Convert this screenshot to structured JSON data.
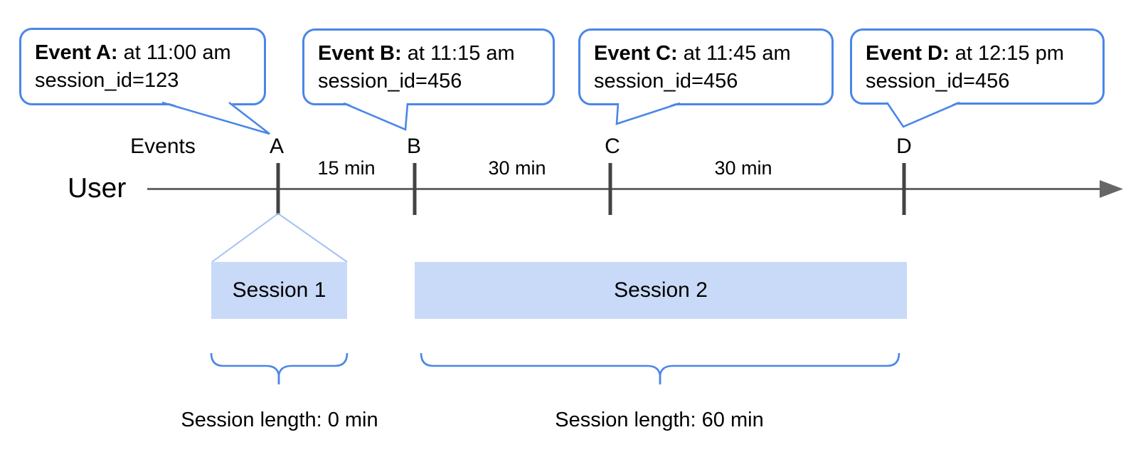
{
  "callouts": [
    {
      "id": "A",
      "bold": "Event A:",
      "text": "at 11:00 am",
      "line2": "session_id=123"
    },
    {
      "id": "B",
      "bold": "Event B:",
      "text": "at 11:15 am",
      "line2": "session_id=456"
    },
    {
      "id": "C",
      "bold": "Event C:",
      "text": "at 11:45 am",
      "line2": "session_id=456"
    },
    {
      "id": "D",
      "bold": "Event D:",
      "text": "at 12:15 pm",
      "line2": "session_id=456"
    }
  ],
  "timeline": {
    "row_label": "User",
    "events_label": "Events",
    "event_markers": [
      "A",
      "B",
      "C",
      "D"
    ],
    "intervals": [
      "15 min",
      "30 min",
      "30 min"
    ]
  },
  "sessions": [
    {
      "label": "Session 1",
      "length": "Session length: 0 min"
    },
    {
      "label": "Session 2",
      "length": "Session length: 60 min"
    }
  ],
  "colors": {
    "callout_border": "#4a86e8",
    "brace": "#4a86e8",
    "session_fill": "#c9daf8",
    "expansion_line": "#a4c2f4",
    "timeline_line": "#666666",
    "tick": "#434343",
    "text": "#000000"
  }
}
